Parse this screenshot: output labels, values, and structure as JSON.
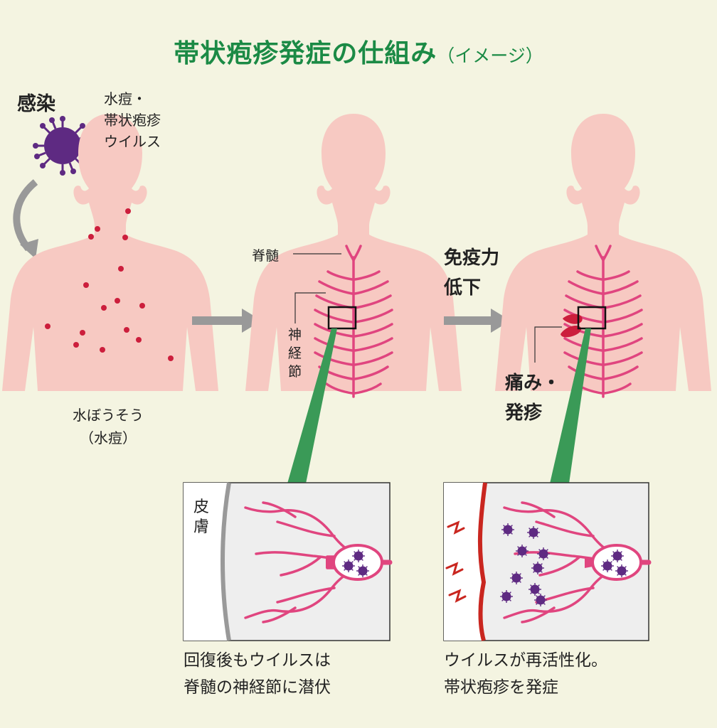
{
  "title": {
    "main": "帯状疱疹発症の仕組み",
    "sub": "（イメージ）"
  },
  "infection": {
    "label": "感染",
    "virus_name": "水痘・\n帯状疱疹\nウイルス"
  },
  "stage1": {
    "caption": "水ぼうそう\n（水痘）"
  },
  "stage2": {
    "spinal_cord_label": "脊髄",
    "ganglion_label": "神\n経\n節"
  },
  "stage3": {
    "trigger_label": "免疫力\n低下",
    "symptom_label": "痛み・\n発疹"
  },
  "panels": {
    "left": {
      "skin_label": "皮\n膚",
      "caption": "回復後もウイルスは\n脊髄の神経節に潜伏"
    },
    "right": {
      "caption": "ウイルスが再活性化。\n帯状疱疹を発症"
    }
  },
  "colors": {
    "title": "#1b8a45",
    "background": "#f4f4e1",
    "body": "#f7c9c2",
    "nerve": "#e0457f",
    "rash": "#cc1e3c",
    "virus": "#5e2a82",
    "arrow": "#999999",
    "beam": "#3a9a57",
    "panel_bg": "#eeeeee",
    "skin_line": "#c9261f"
  }
}
